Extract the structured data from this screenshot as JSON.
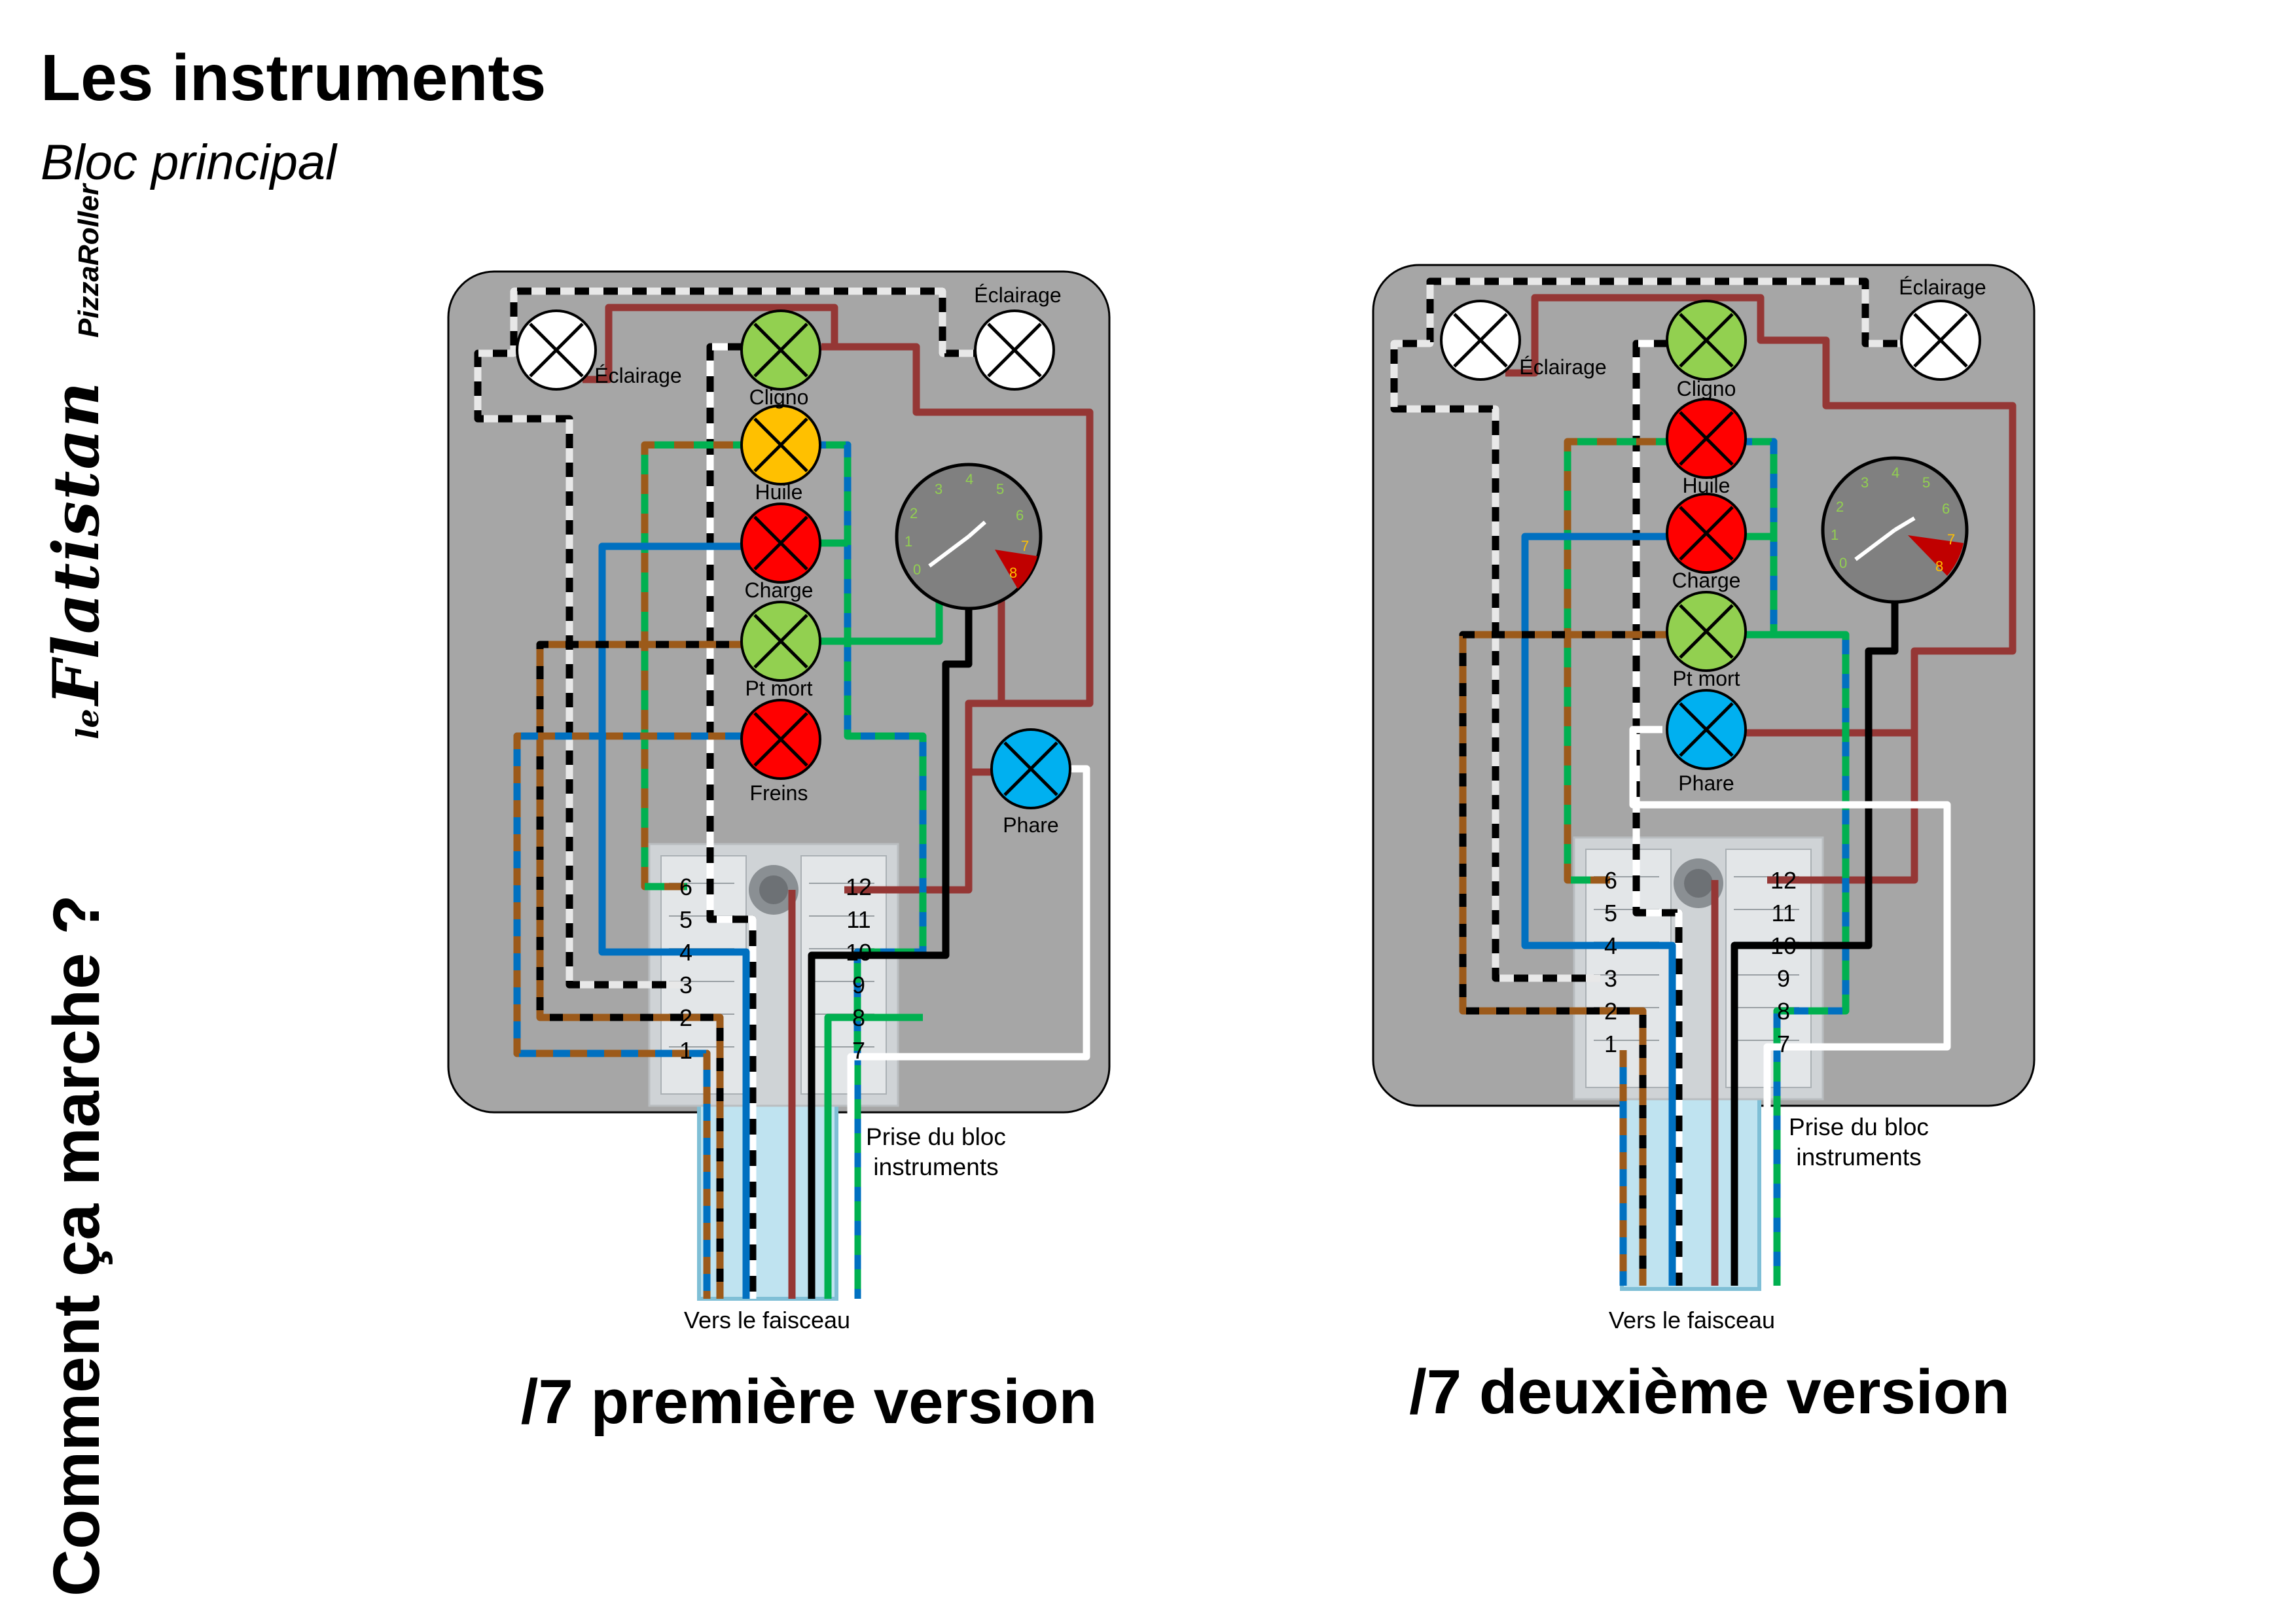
{
  "header": {
    "title": "Les instruments",
    "subtitle": "Bloc principal"
  },
  "sidebar": {
    "caption": "Comment ça marche ?",
    "logo_le": "le",
    "logo_main": "Flatistan",
    "logo_brand": "PizzaRoller"
  },
  "diagrams": [
    {
      "caption": "/7 première version",
      "lamps": [
        {
          "label": "Éclairage",
          "color": "#ffffff"
        },
        {
          "label": "Cligno",
          "color": "#92d050"
        },
        {
          "label": "Huile",
          "color": "#ffc000"
        },
        {
          "label": "Charge",
          "color": "#ff0000"
        },
        {
          "label": "Pt mort",
          "color": "#92d050"
        },
        {
          "label": "Freins",
          "color": "#ff0000"
        },
        {
          "label": "Éclairage",
          "color": "#ffffff"
        },
        {
          "label": "Phare",
          "color": "#00b0f0"
        }
      ],
      "pins_left": [
        "6",
        "5",
        "4",
        "3",
        "2",
        "1"
      ],
      "pins_right": [
        "12",
        "11",
        "10",
        "9",
        "8",
        "7"
      ],
      "connector_label": "Prise du bloc instruments",
      "harness_label": "Vers le faisceau"
    },
    {
      "caption": "/7 deuxième version",
      "lamps": [
        {
          "label": "Éclairage",
          "color": "#ffffff"
        },
        {
          "label": "Cligno",
          "color": "#92d050"
        },
        {
          "label": "Huile",
          "color": "#ff0000"
        },
        {
          "label": "Charge",
          "color": "#ff0000"
        },
        {
          "label": "Pt mort",
          "color": "#92d050"
        },
        {
          "label": "Phare",
          "color": "#00b0f0"
        },
        {
          "label": "Éclairage",
          "color": "#ffffff"
        }
      ],
      "pins_left": [
        "6",
        "5",
        "4",
        "3",
        "2",
        "1"
      ],
      "pins_right": [
        "12",
        "11",
        "10",
        "9",
        "8",
        "7"
      ],
      "connector_label": "Prise du bloc instruments",
      "harness_label": "Vers le faisceau"
    }
  ],
  "gauge": {
    "ticks": [
      "0",
      "1",
      "2",
      "3",
      "4",
      "5",
      "6",
      "7",
      "8"
    ]
  },
  "colors": {
    "panel": "#a6a6a6",
    "brown": "#9c5a1a",
    "red_wire": "#953735",
    "blue_wire": "#0070c0",
    "green_wire": "#00b050",
    "black": "#000000",
    "white": "#ffffff"
  }
}
